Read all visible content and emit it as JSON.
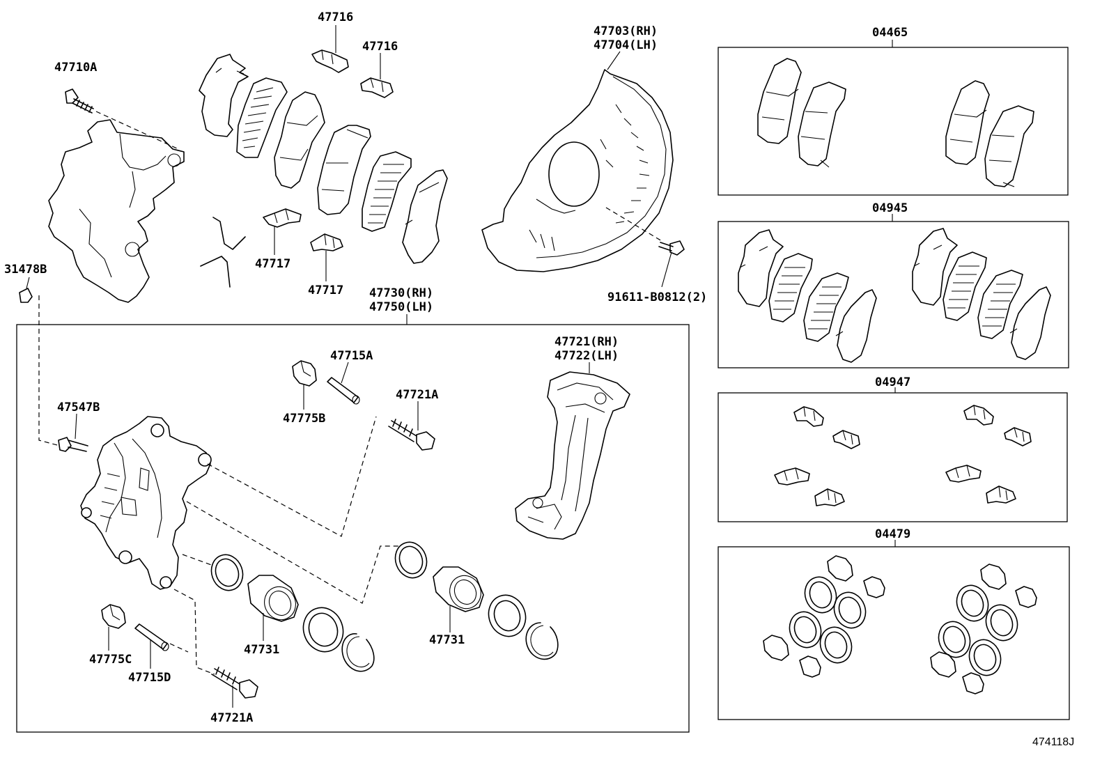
{
  "labels": {
    "l47710A": "47710A",
    "l47716a": "47716",
    "l47716b": "47716",
    "l47703": "47703(RH)",
    "l47704": "47704(LH)",
    "l47717a": "47717",
    "l47717b": "47717",
    "l91611": "91611-B0812(2)",
    "l31478B": "31478B",
    "l47730": "47730(RH)",
    "l47750": "47750(LH)",
    "l47715A": "47715A",
    "l47775B": "47775B",
    "l47721Atop": "47721A",
    "l47721": "47721(RH)",
    "l47722": "47722(LH)",
    "l47547B": "47547B",
    "l47731a": "47731",
    "l47731b": "47731",
    "l47775C": "47775C",
    "l47715D": "47715D",
    "l47721Abot": "47721A",
    "l04465": "04465",
    "l04945": "04945",
    "l04947": "04947",
    "l04479": "04479",
    "figure_id": "474118J"
  }
}
